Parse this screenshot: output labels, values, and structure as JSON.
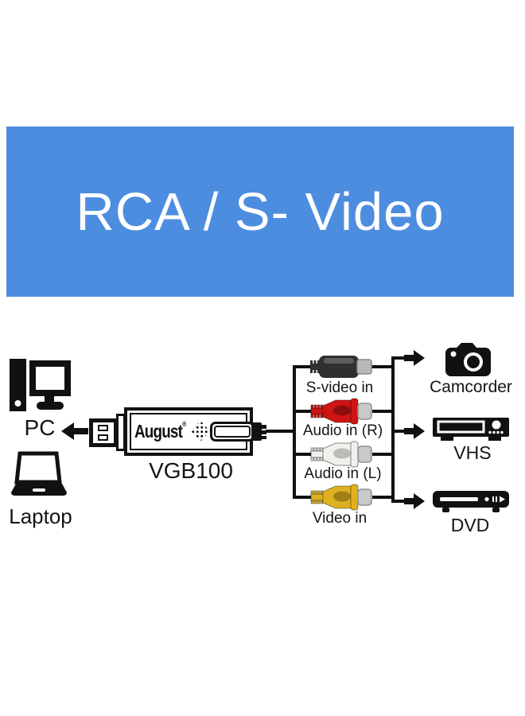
{
  "banner": {
    "title": "RCA / S- Video",
    "bg_color": "#4d8de0",
    "text_color": "#ffffff"
  },
  "adapter": {
    "brand": "August",
    "trademark": "®",
    "model": "VGB100"
  },
  "hosts": {
    "pc": "PC",
    "laptop": "Laptop"
  },
  "inputs": [
    {
      "label": "S-video in",
      "color": "#303030",
      "connector": "s-video-plug"
    },
    {
      "label": "Audio in (R)",
      "color": "#cf1414",
      "connector": "rca-plug-red"
    },
    {
      "label": "Audio in (L)",
      "color": "#f1f0ec",
      "connector": "rca-plug-white"
    },
    {
      "label": "Video in",
      "color": "#ddb11f",
      "connector": "rca-plug-yellow"
    }
  ],
  "outputs": [
    {
      "label": "Camcorder"
    },
    {
      "label": "VHS"
    },
    {
      "label": "DVD"
    }
  ],
  "line_color": "#111111"
}
